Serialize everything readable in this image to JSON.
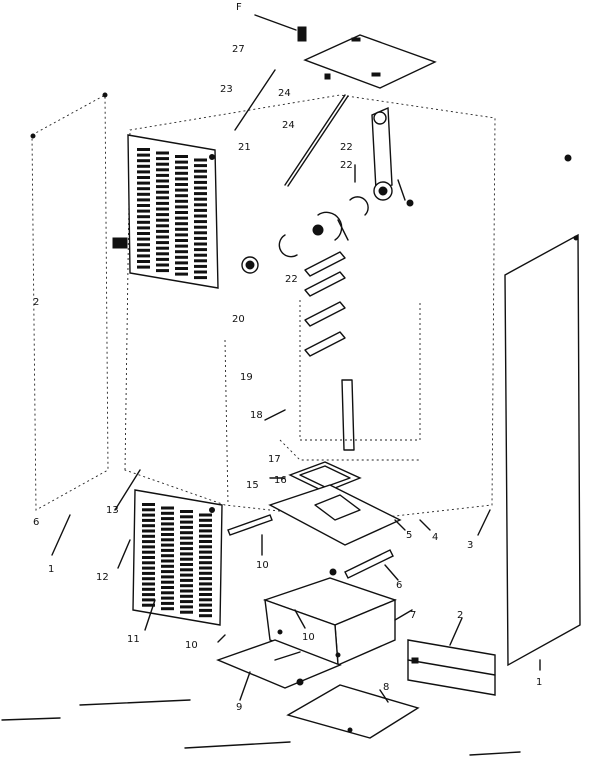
{
  "callouts": {
    "c1_right": "1",
    "c1_left": "1",
    "c2": "2",
    "c3": "3",
    "c4": "4",
    "c5": "5",
    "c6": "6",
    "c7": "7",
    "c8": "8",
    "c9": "9",
    "c10_a": "10",
    "c10_b": "10",
    "c10_c": "10",
    "c11": "11",
    "c12": "12",
    "c13": "13",
    "c15": "15",
    "c16": "16",
    "c17": "17",
    "c18": "18",
    "c19": "19",
    "c20": "20",
    "c21": "21",
    "c22_a": "22",
    "c22_b": "22",
    "c22_c": "22",
    "c23": "23",
    "c24_a": "24",
    "c24_b": "24",
    "c27": "27",
    "cF": "F",
    "c2_left": "2",
    "c6_left": "6"
  }
}
